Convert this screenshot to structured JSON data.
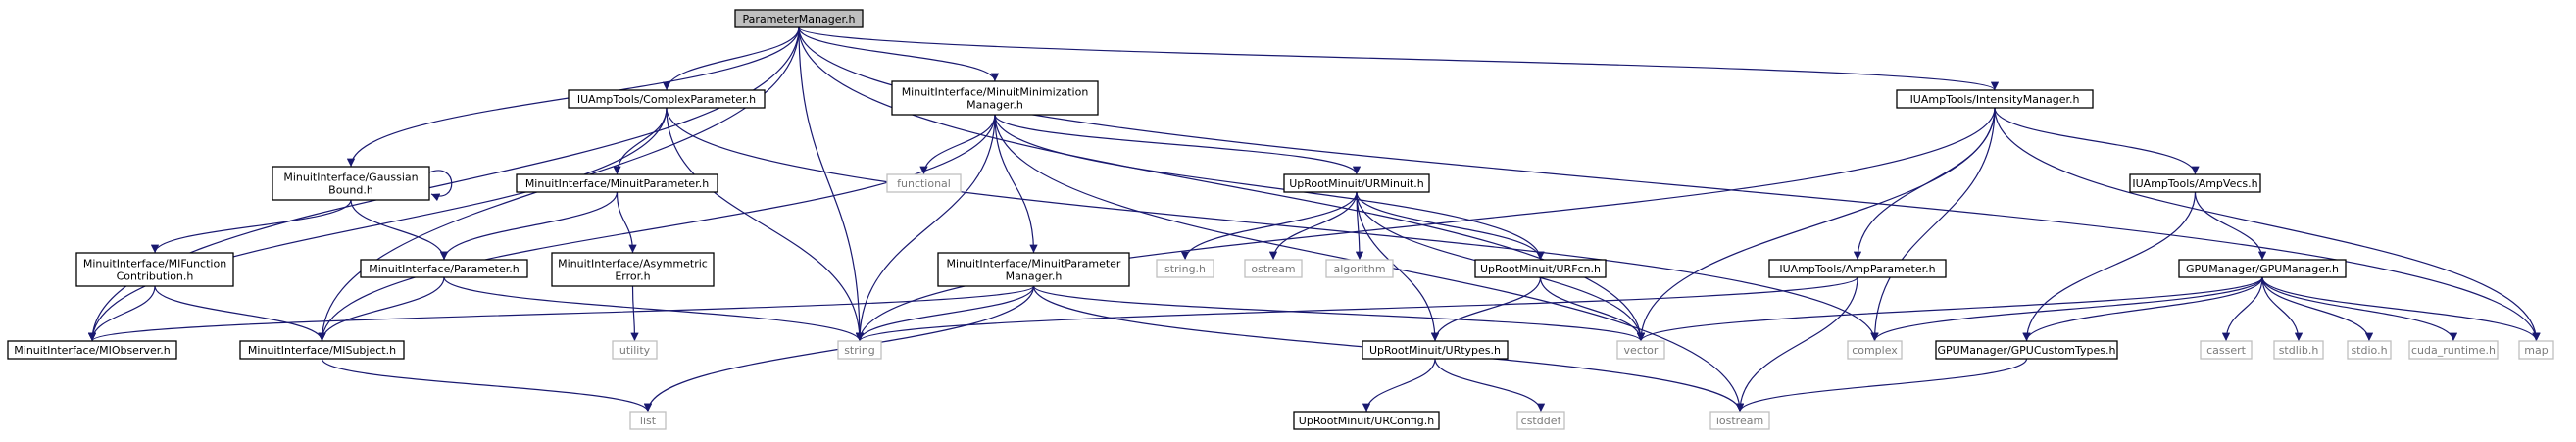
{
  "diagram": {
    "type": "include-dependency-graph",
    "colors": {
      "edge": "#191970",
      "root_fill": "#bfbfbf",
      "node_border": "#000000",
      "system_border": "#bfbfbf",
      "system_text": "#7a7a7a"
    },
    "nodes": [
      {
        "id": "root",
        "lines": [
          "ParameterManager.h"
        ],
        "kind": "root"
      },
      {
        "id": "complexparam",
        "lines": [
          "IUAmpTools/ComplexParameter.h"
        ],
        "kind": "hdr"
      },
      {
        "id": "minmgr",
        "lines": [
          "MinuitInterface/MinuitMinimization",
          "Manager.h"
        ],
        "kind": "hdr"
      },
      {
        "id": "intmgr",
        "lines": [
          "IUAmpTools/IntensityManager.h"
        ],
        "kind": "hdr"
      },
      {
        "id": "gaussian",
        "lines": [
          "MinuitInterface/Gaussian",
          "Bound.h"
        ],
        "kind": "hdr"
      },
      {
        "id": "minparam",
        "lines": [
          "MinuitInterface/MinuitParameter.h"
        ],
        "kind": "hdr"
      },
      {
        "id": "functional",
        "lines": [
          "functional"
        ],
        "kind": "sys"
      },
      {
        "id": "urminuit",
        "lines": [
          "UpRootMinuit/URMinuit.h"
        ],
        "kind": "hdr"
      },
      {
        "id": "ampvecs",
        "lines": [
          "IUAmpTools/AmpVecs.h"
        ],
        "kind": "hdr"
      },
      {
        "id": "mifunc",
        "lines": [
          "MinuitInterface/MIFunction",
          "Contribution.h"
        ],
        "kind": "hdr"
      },
      {
        "id": "parameter",
        "lines": [
          "MinuitInterface/Parameter.h"
        ],
        "kind": "hdr"
      },
      {
        "id": "asymerr",
        "lines": [
          "MinuitInterface/Asymmetric",
          "Error.h"
        ],
        "kind": "hdr"
      },
      {
        "id": "mpmgr",
        "lines": [
          "MinuitInterface/MinuitParameter",
          "Manager.h"
        ],
        "kind": "hdr"
      },
      {
        "id": "stringh",
        "lines": [
          "string.h"
        ],
        "kind": "sys"
      },
      {
        "id": "ostream",
        "lines": [
          "ostream"
        ],
        "kind": "sys"
      },
      {
        "id": "algorithm",
        "lines": [
          "algorithm"
        ],
        "kind": "sys"
      },
      {
        "id": "urfcn",
        "lines": [
          "UpRootMinuit/URFcn.h"
        ],
        "kind": "hdr"
      },
      {
        "id": "ampparam",
        "lines": [
          "IUAmpTools/AmpParameter.h"
        ],
        "kind": "hdr"
      },
      {
        "id": "gpumgr",
        "lines": [
          "GPUManager/GPUManager.h"
        ],
        "kind": "hdr"
      },
      {
        "id": "miobserver",
        "lines": [
          "MinuitInterface/MIObserver.h"
        ],
        "kind": "hdr"
      },
      {
        "id": "misubject",
        "lines": [
          "MinuitInterface/MISubject.h"
        ],
        "kind": "hdr"
      },
      {
        "id": "utility",
        "lines": [
          "utility"
        ],
        "kind": "sys"
      },
      {
        "id": "string",
        "lines": [
          "string"
        ],
        "kind": "sys"
      },
      {
        "id": "vector",
        "lines": [
          "vector"
        ],
        "kind": "sys"
      },
      {
        "id": "complex",
        "lines": [
          "complex"
        ],
        "kind": "sys"
      },
      {
        "id": "gputypes",
        "lines": [
          "GPUManager/GPUCustomTypes.h"
        ],
        "kind": "hdr"
      },
      {
        "id": "cassert",
        "lines": [
          "cassert"
        ],
        "kind": "sys"
      },
      {
        "id": "stdlib",
        "lines": [
          "stdlib.h"
        ],
        "kind": "sys"
      },
      {
        "id": "stdio",
        "lines": [
          "stdio.h"
        ],
        "kind": "sys"
      },
      {
        "id": "cudart",
        "lines": [
          "cuda_runtime.h"
        ],
        "kind": "sys"
      },
      {
        "id": "map",
        "lines": [
          "map"
        ],
        "kind": "sys"
      },
      {
        "id": "urtypes",
        "lines": [
          "UpRootMinuit/URtypes.h"
        ],
        "kind": "hdr"
      },
      {
        "id": "list",
        "lines": [
          "list"
        ],
        "kind": "sys"
      },
      {
        "id": "iostream",
        "lines": [
          "iostream"
        ],
        "kind": "sys"
      },
      {
        "id": "urconfig",
        "lines": [
          "UpRootMinuit/URConfig.h"
        ],
        "kind": "hdr"
      },
      {
        "id": "cstddef",
        "lines": [
          "cstddef"
        ],
        "kind": "sys"
      }
    ],
    "edges": [
      [
        "root",
        "complexparam"
      ],
      [
        "root",
        "minmgr"
      ],
      [
        "root",
        "intmgr"
      ],
      [
        "root",
        "gaussian"
      ],
      [
        "root",
        "miobserver"
      ],
      [
        "root",
        "misubject"
      ],
      [
        "root",
        "string"
      ],
      [
        "root",
        "vector"
      ],
      [
        "root",
        "map"
      ],
      [
        "complexparam",
        "minparam"
      ],
      [
        "complexparam",
        "miobserver"
      ],
      [
        "complexparam",
        "string"
      ],
      [
        "complexparam",
        "complex"
      ],
      [
        "minmgr",
        "functional"
      ],
      [
        "minmgr",
        "urminuit"
      ],
      [
        "minmgr",
        "urfcn"
      ],
      [
        "minmgr",
        "mpmgr"
      ],
      [
        "minmgr",
        "string"
      ],
      [
        "minmgr",
        "misubject"
      ],
      [
        "minmgr",
        "iostream"
      ],
      [
        "intmgr",
        "ampparam"
      ],
      [
        "intmgr",
        "ampvecs"
      ],
      [
        "intmgr",
        "vector"
      ],
      [
        "intmgr",
        "complex"
      ],
      [
        "intmgr",
        "string"
      ],
      [
        "intmgr",
        "map"
      ],
      [
        "gaussian",
        "gaussian"
      ],
      [
        "gaussian",
        "mifunc"
      ],
      [
        "gaussian",
        "parameter"
      ],
      [
        "minparam",
        "parameter"
      ],
      [
        "minparam",
        "asymerr"
      ],
      [
        "urminuit",
        "stringh"
      ],
      [
        "urminuit",
        "ostream"
      ],
      [
        "urminuit",
        "algorithm"
      ],
      [
        "urminuit",
        "urfcn"
      ],
      [
        "urminuit",
        "urtypes"
      ],
      [
        "urminuit",
        "vector"
      ],
      [
        "ampvecs",
        "gputypes"
      ],
      [
        "ampvecs",
        "gpumgr"
      ],
      [
        "mifunc",
        "miobserver"
      ],
      [
        "mifunc",
        "misubject"
      ],
      [
        "parameter",
        "misubject"
      ],
      [
        "parameter",
        "string"
      ],
      [
        "asymerr",
        "utility"
      ],
      [
        "mpmgr",
        "miobserver"
      ],
      [
        "mpmgr",
        "string"
      ],
      [
        "mpmgr",
        "list"
      ],
      [
        "mpmgr",
        "vector"
      ],
      [
        "mpmgr",
        "iostream"
      ],
      [
        "urfcn",
        "urtypes"
      ],
      [
        "urfcn",
        "vector"
      ],
      [
        "ampparam",
        "string"
      ],
      [
        "ampparam",
        "iostream"
      ],
      [
        "gpumgr",
        "vector"
      ],
      [
        "gpumgr",
        "complex"
      ],
      [
        "gpumgr",
        "gputypes"
      ],
      [
        "gpumgr",
        "cassert"
      ],
      [
        "gpumgr",
        "stdlib"
      ],
      [
        "gpumgr",
        "stdio"
      ],
      [
        "gpumgr",
        "cudart"
      ],
      [
        "gpumgr",
        "map"
      ],
      [
        "misubject",
        "list"
      ],
      [
        "gputypes",
        "iostream"
      ],
      [
        "urtypes",
        "urconfig"
      ],
      [
        "urtypes",
        "cstddef"
      ]
    ]
  }
}
